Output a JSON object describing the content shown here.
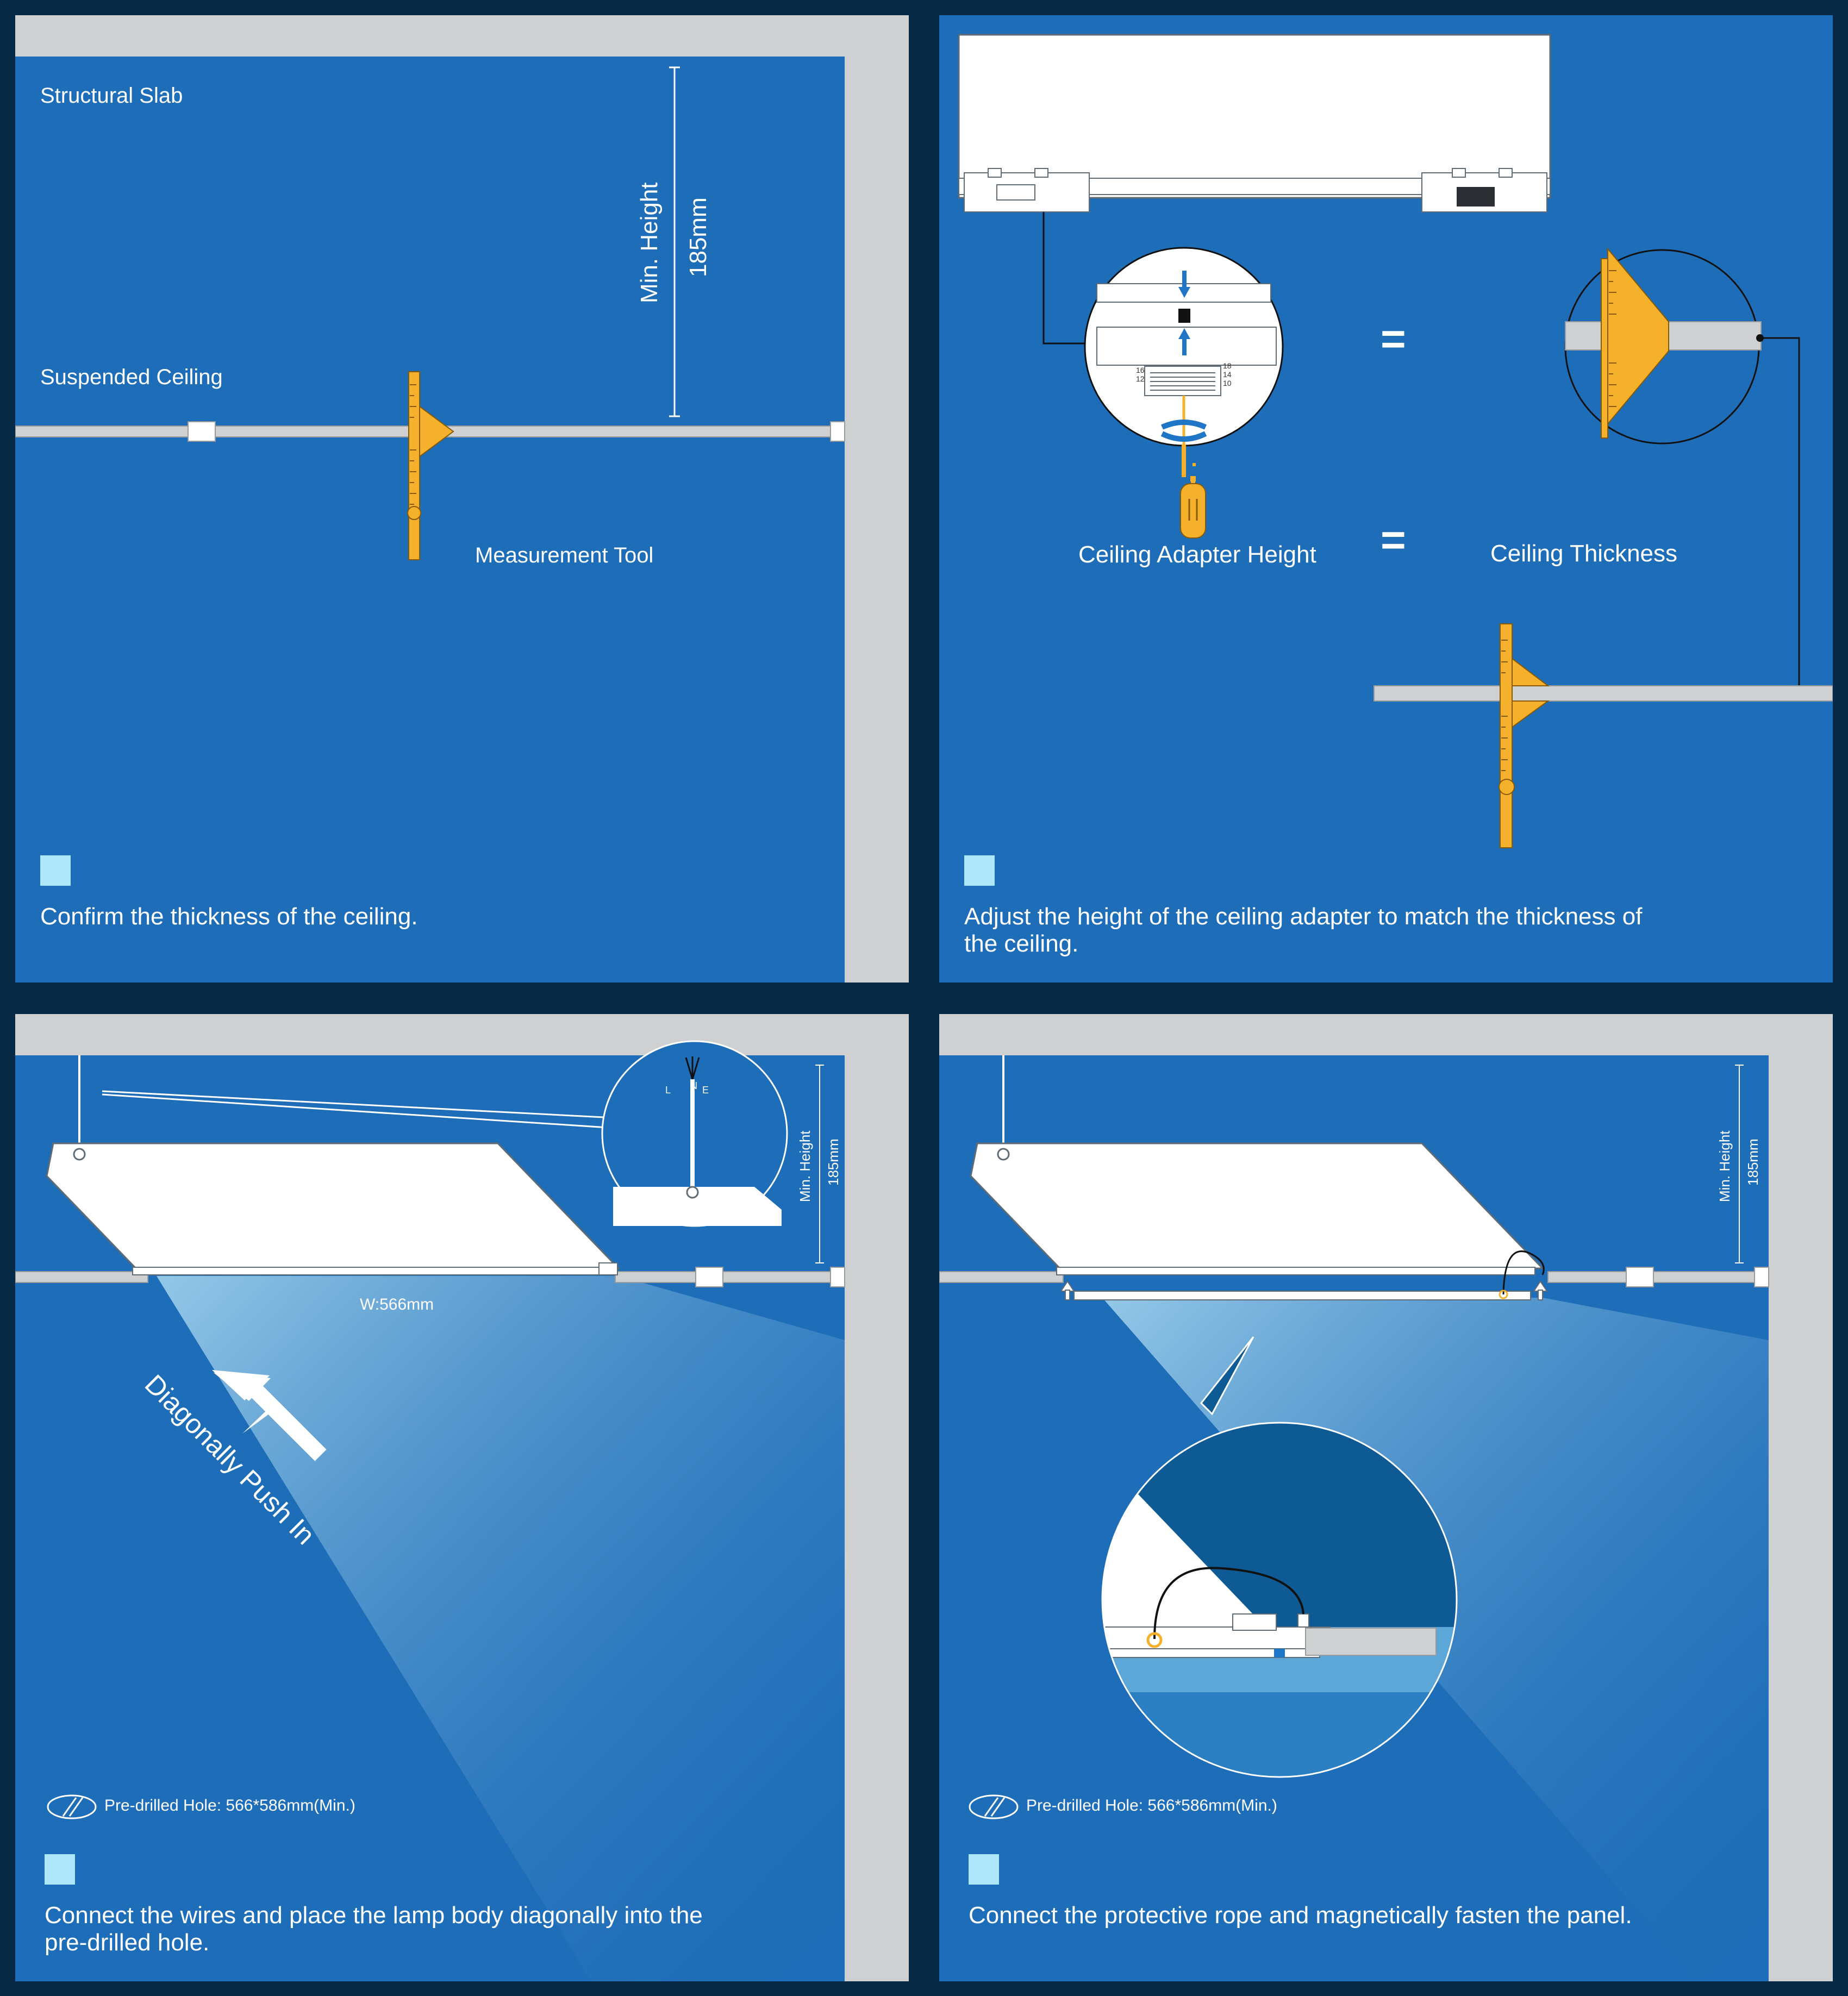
{
  "colors": {
    "background": "#062a45",
    "panel": "#1e6db8",
    "slab": "#cfd0d2",
    "ruler": "#f6b12c",
    "chip": "#aee6fb"
  },
  "panel1": {
    "structural_slab": "Structural Slab",
    "suspended_ceiling": "Suspended Ceiling",
    "min_height": "Min. Height",
    "height_value": "185mm",
    "measurement_tool": "Measurement Tool",
    "caption": "Confirm the thickness of the ceiling."
  },
  "panel2": {
    "ceiling_adapter_height": "Ceiling Adapter Height",
    "ceiling_thickness": "Ceiling Thickness",
    "equals": "=",
    "scale_numbers": [
      "16",
      "12",
      "18",
      "14",
      "10"
    ],
    "caption": "Adjust the height of the ceiling adapter to match the thickness of the ceiling."
  },
  "panel3": {
    "wire_labels": [
      "L",
      "N",
      "E"
    ],
    "min_height": "Min. Height",
    "height_value": "185mm",
    "width_label": "W:566mm",
    "push_label": "Diagonally Push In",
    "note": "Pre-drilled Hole: 566*586mm(Min.)",
    "caption": "Connect the wires and place the lamp body diagonally into the pre-drilled hole."
  },
  "panel4": {
    "min_height": "Min. Height",
    "height_value": "185mm",
    "note": "Pre-drilled Hole: 566*586mm(Min.)",
    "caption": "Connect the protective rope and magnetically fasten the panel."
  }
}
